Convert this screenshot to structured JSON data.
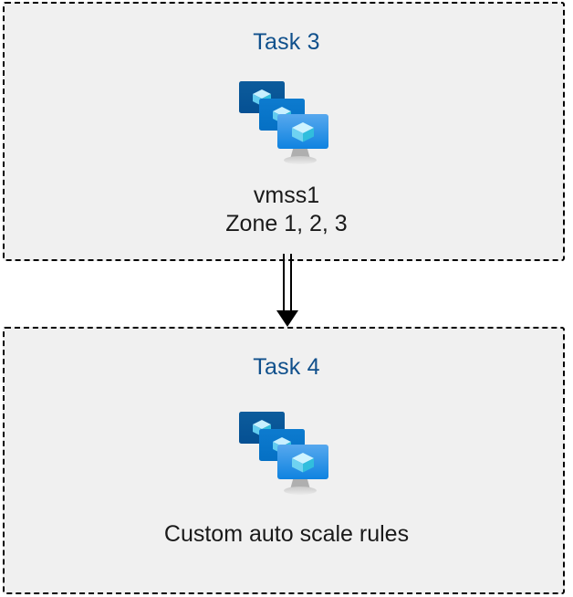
{
  "diagram": {
    "type": "flow-diagram",
    "background_color": "#ffffff",
    "box_fill_color": "#f0f0f0",
    "box_border_color": "#000000",
    "box_border_style": "dashed",
    "title_color": "#10508c",
    "label_color": "#1a1a1a",
    "connector_color": "#000000"
  },
  "nodes": [
    {
      "id": "task-3",
      "title": "Task 3",
      "icon": "azure-vm-scale-set-icon",
      "labels": [
        "vmss1",
        "Zone 1, 2, 3"
      ]
    },
    {
      "id": "task-4",
      "title": "Task 4",
      "icon": "azure-vm-scale-set-icon",
      "labels": [
        "Custom auto scale rules"
      ]
    }
  ],
  "connectors": [
    {
      "id": "task3-to-task4",
      "from": "task-3",
      "to": "task-4",
      "style": "double-line-arrow",
      "direction": "down",
      "label": ""
    }
  ],
  "icon_palette": {
    "monitor_back": "#005BA1",
    "monitor_mid": "#0078D4",
    "monitor_front_top": "#50A6EB",
    "monitor_front_bottom": "#0F87E8",
    "cube_light": "#C3F1FF",
    "cube_mid": "#9CE0F7",
    "cube_dark": "#32BEDD",
    "stand": "#B3B3B3",
    "base": "#D9D9D9"
  }
}
